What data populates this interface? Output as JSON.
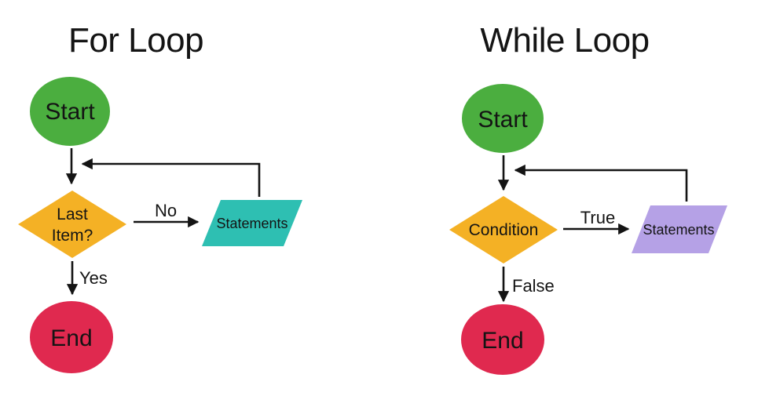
{
  "page": {
    "background": "#ffffff"
  },
  "colors": {
    "start_node": "#4BAE3F",
    "decision_node": "#F4B125",
    "process_for": "#2EBFB2",
    "process_while": "#B5A1E6",
    "end_node": "#E0294F",
    "line": "#141414"
  },
  "for_loop": {
    "title": "For Loop",
    "start": "Start",
    "decision_line1": "Last",
    "decision_line2": "Item?",
    "no_label": "No",
    "yes_label": "Yes",
    "statements": "Statements",
    "end": "End"
  },
  "while_loop": {
    "title": "While Loop",
    "start": "Start",
    "condition": "Condition",
    "true_label": "True",
    "false_label": "False",
    "statements": "Statements",
    "end": "End"
  }
}
